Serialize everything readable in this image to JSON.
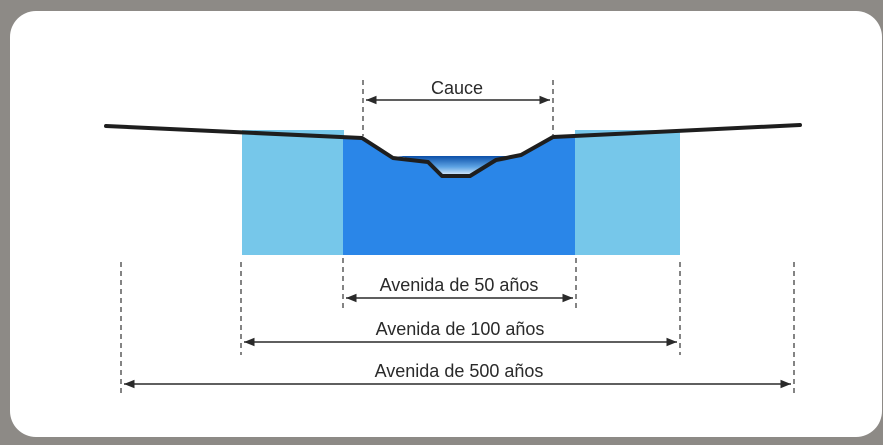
{
  "labels": {
    "channel": "Cauce",
    "flood_50": "Avenida de 50 años",
    "flood_100": "Avenida de 100 años",
    "flood_500": "Avenida de 500 años"
  },
  "colors": {
    "zone_50": "#2a86e8",
    "zone_100": "#76c7ea",
    "water": "#1c66c4",
    "ground": "#1e1e1e",
    "frame": "#8d8a86"
  }
}
